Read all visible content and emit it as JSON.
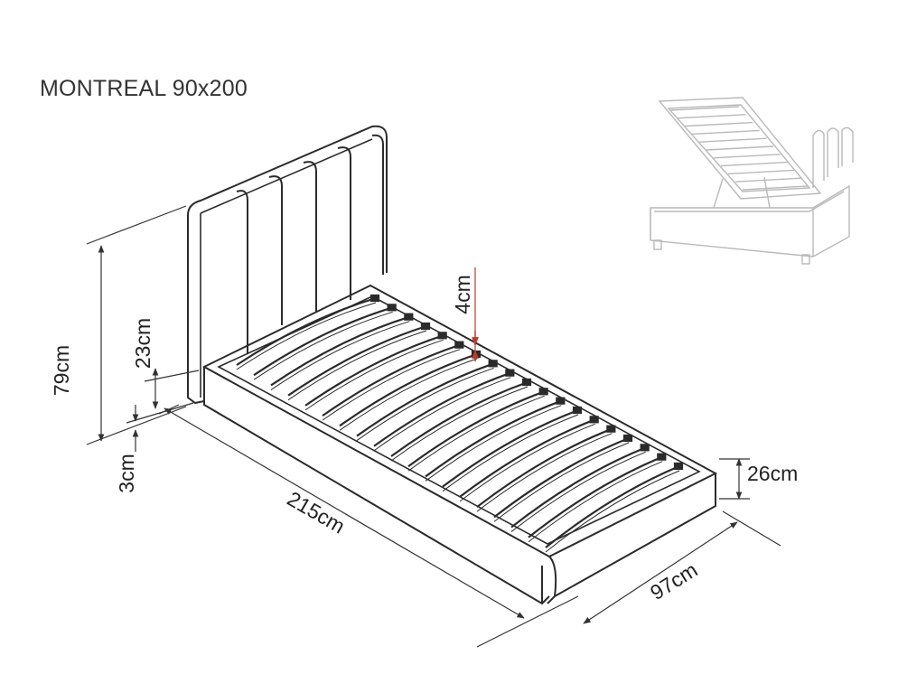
{
  "title": "MONTREAL 90x200",
  "dimensions": {
    "total_height": "79cm",
    "headboard_bottom_gap": "23cm",
    "leg_height": "3cm",
    "length": "215cm",
    "width": "97cm",
    "frame_height": "26cm",
    "slat_depth": "4cm"
  },
  "colors": {
    "line": "#2b2b2b",
    "dimension": "#333333",
    "accent": "#c0392b",
    "thumbnail": "#b9b9b9"
  },
  "slat_count": 19
}
